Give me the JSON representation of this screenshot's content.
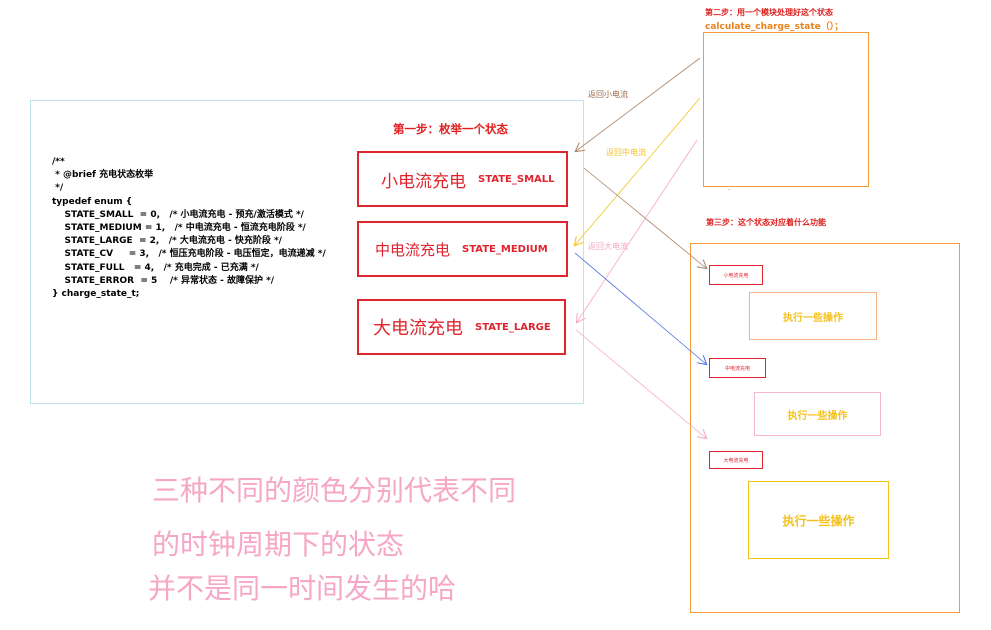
{
  "left_panel": {
    "code_lines": [
      "/**",
      " * @brief 充电状态枚举",
      " */",
      "typedef enum {",
      "    STATE_SMALL  = 0,   /* 小电流充电 - 预充/激活模式 */",
      "    STATE_MEDIUM = 1,   /* 中电流充电 - 恒流充电阶段 */",
      "    STATE_LARGE  = 2,   /* 大电流充电 - 快充阶段 */",
      "    STATE_CV     = 3,   /* 恒压充电阶段 - 电压恒定，电流递减 */",
      "    STATE_FULL   = 4,   /* 充电完成 - 已充满 */",
      "    STATE_ERROR  = 5    /* 异常状态 - 故障保护 */",
      "} charge_state_t;"
    ],
    "step1_title": "第一步：枚举一个状态",
    "states": [
      {
        "cn": "小电流充电",
        "en": "STATE_SMALL"
      },
      {
        "cn": "中电流充电",
        "en": "STATE_MEDIUM"
      },
      {
        "cn": "大电流充电",
        "en": "STATE_LARGE"
      }
    ]
  },
  "step2": {
    "title": "第二步：用一个模块处理好这个状态",
    "function": "calculate_charge_state（）；"
  },
  "dot_mark": ".",
  "arrow_labels": {
    "small": "返回小电流",
    "medium": "返回中电流",
    "large": "返回大电流"
  },
  "step3": {
    "title": "第三步：这个状态对应着什么功能",
    "mini_states": [
      "小电流充电",
      "中电流充电",
      "大电流充电"
    ],
    "operations": [
      "执行一些操作",
      "执行一些操作",
      "执行一些操作"
    ]
  },
  "notes": [
    "三种不同的颜色分别代表不同",
    "的时钟周期下的状态",
    "并不是同一时间发生的哈"
  ],
  "colors": {
    "red": "#e0242e",
    "orange": "#f39a3a",
    "brown_arrow": "#a98468",
    "yellow_arrow": "#f5c21b",
    "pink_arrow": "#f6a7c6",
    "blue_arrow": "#4a6fe0"
  }
}
